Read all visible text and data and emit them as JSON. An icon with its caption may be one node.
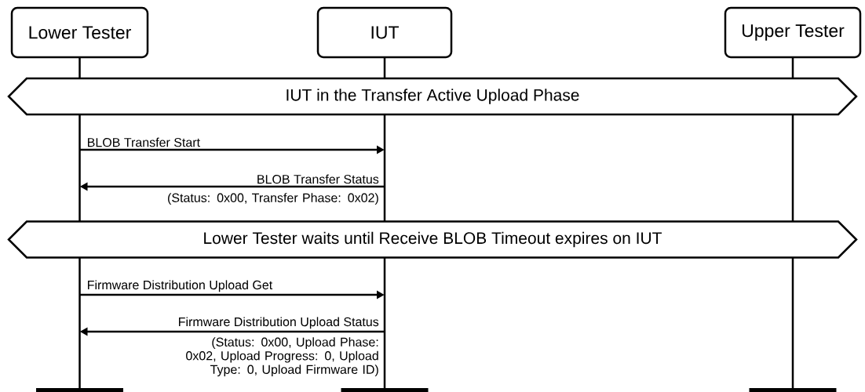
{
  "diagram": {
    "nodes": [
      {
        "text": [
          "Lower Tester"
        ]
      },
      {
        "text": [
          "IUT"
        ]
      },
      {
        "text": [
          "Upper Tester"
        ]
      },
      {
        "text": [
          "IUT in the Transfer Active Upload Phase"
        ]
      },
      {
        "text": [
          "Lower Tester waits until Receive BLOB Timeout expires on IUT"
        ]
      }
    ],
    "edges": [
      {
        "from": 0,
        "to": 1,
        "arrow": "to",
        "label": "BLOB Transfer Start"
      },
      {
        "from": 1,
        "to": 0,
        "arrow": "to",
        "label": "BLOB Transfer Status"
      },
      {
        "from": 0,
        "to": 1,
        "arrow": "to",
        "label": "Firmware Distribution Upload Get"
      },
      {
        "from": 1,
        "to": 0,
        "arrow": "to",
        "label": "Firmware Distribution Upload Status"
      }
    ],
    "labels": [
      "(Status: 0x00, Transfer Phase: 0x02)",
      "(Status: 0x00, Upload Phase: 0x02, Upload Progress: 0, Upload Type: 0, Upload Firmware ID)"
    ]
  }
}
